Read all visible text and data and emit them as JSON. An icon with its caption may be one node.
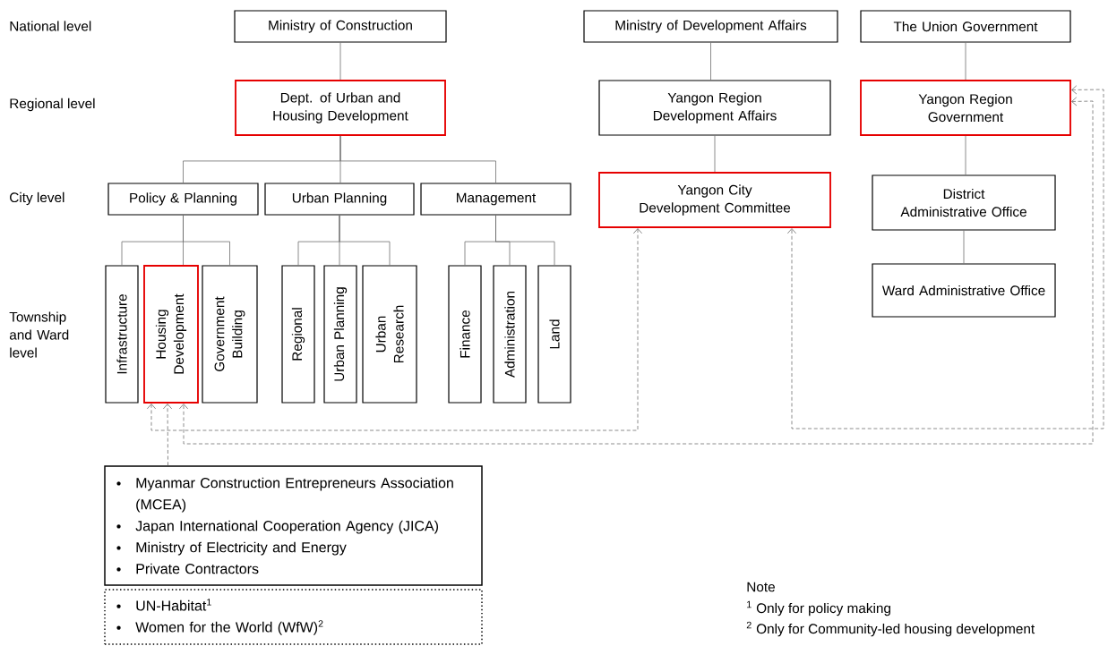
{
  "diagram": {
    "nodes": [
      {
        "text": [
          "Ministry of Construction"
        ]
      },
      {
        "text": [
          "Dept. of Urban and Housing Development"
        ]
      },
      {
        "text": [
          "Policy & Planning"
        ]
      },
      {
        "text": [
          "Urban Planning"
        ]
      },
      {
        "text": [
          "Management"
        ]
      },
      {
        "text": [
          "Infrastructure"
        ]
      },
      {
        "text": [
          "Housing Development"
        ]
      },
      {
        "text": [
          "Government Building"
        ]
      },
      {
        "text": [
          "Regional"
        ]
      },
      {
        "text": [
          "Urban Planning"
        ]
      },
      {
        "text": [
          "Urban Research"
        ]
      },
      {
        "text": [
          "Finance"
        ]
      },
      {
        "text": [
          "Administration"
        ]
      },
      {
        "text": [
          "Land"
        ]
      },
      {
        "text": [
          "Ministry of Development Affairs"
        ]
      },
      {
        "text": [
          "Yangon Region Development Affairs"
        ]
      },
      {
        "text": [
          "Yangon City Development Committee"
        ]
      },
      {
        "text": [
          "The Union Government"
        ]
      },
      {
        "text": [
          "Yangon Region Government"
        ]
      },
      {
        "text": [
          "District Administrative Office"
        ]
      },
      {
        "text": [
          "Ward Administrative Office"
        ]
      },
      {
        "text": [
          "Myanmar Construction Entrepreneurs Association (MCEA)",
          "Japan International Cooperation Agency (JICA)",
          "Ministry of Electricity and Energy",
          "Private Contractors"
        ]
      },
      {
        "text": [
          "UN-Habitat$^{1}$",
          "Women for the World (WfW)$^{2}$"
        ]
      }
    ],
    "edges": [
      {
        "from": 0,
        "to": 1,
        "arrow": "none"
      },
      {
        "from": 1,
        "to": 2,
        "arrow": "none"
      },
      {
        "from": 1,
        "to": 3,
        "arrow": "none"
      },
      {
        "from": 1,
        "to": 4,
        "arrow": "none"
      },
      {
        "from": 2,
        "to": 5,
        "arrow": "none"
      },
      {
        "from": 2,
        "to": 6,
        "arrow": "none"
      },
      {
        "from": 2,
        "to": 7,
        "arrow": "none"
      },
      {
        "from": 3,
        "to": 8,
        "arrow": "none"
      },
      {
        "from": 3,
        "to": 9,
        "arrow": "none"
      },
      {
        "from": 3,
        "to": 10,
        "arrow": "none"
      },
      {
        "from": 4,
        "to": 11,
        "arrow": "none"
      },
      {
        "from": 4,
        "to": 12,
        "arrow": "none"
      },
      {
        "from": 4,
        "to": 13,
        "arrow": "none"
      },
      {
        "from": 14,
        "to": 15,
        "arrow": "none"
      },
      {
        "from": 15,
        "to": 16,
        "arrow": "none"
      },
      {
        "from": 17,
        "to": 18,
        "arrow": "none"
      },
      {
        "from": 18,
        "to": 19,
        "arrow": "none"
      },
      {
        "from": 19,
        "to": 20,
        "arrow": "none"
      },
      {
        "from": 16,
        "to": 6,
        "arrow": "both",
        "style": "dashed"
      },
      {
        "from": 18,
        "to": 16,
        "arrow": "both",
        "style": "dashed"
      },
      {
        "from": 18,
        "to": 6,
        "arrow": "both",
        "style": "dashed"
      },
      {
        "from": 21,
        "to": 6,
        "arrow": "to",
        "style": "dashed"
      }
    ],
    "labels": [
      "National level",
      "Regional level",
      "City level",
      "Township and Ward level",
      "Note",
      "$^{1}$ Only for policy making",
      "$^{2}$ Only for Community-led housing development"
    ]
  }
}
